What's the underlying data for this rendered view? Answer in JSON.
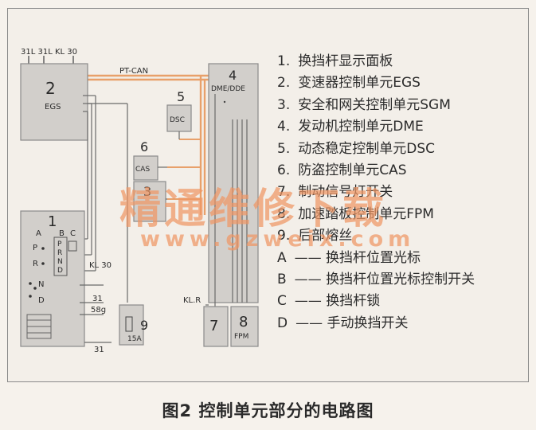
{
  "diagram": {
    "labels": {
      "kl30_top": "31L 31L  KL 30",
      "pt_can": "PT-CAN",
      "box2_num": "2",
      "box2_text": "EGS",
      "box4_num": "4",
      "box4_text": "DME/DDE",
      "box5_num": "5",
      "box5_text": "DSC",
      "box6_num": "6",
      "box6_text": "CAS",
      "box3_num": "3",
      "box1_num": "1",
      "a": "A",
      "b": "B",
      "c": "C",
      "p": "P",
      "r": "R",
      "n": "N",
      "d": "D",
      "prnd": "P R N D",
      "kl30_mid": "KL 30",
      "w31a": "31",
      "w58g": "58g",
      "w31b": "31",
      "box9_num": "9",
      "box9_text": "15A",
      "klr": "KL.R",
      "box7_num": "7",
      "box8_num": "8",
      "box8_text": "FPM"
    }
  },
  "legend": [
    {
      "key": "1.",
      "text": "换挡杆显示面板"
    },
    {
      "key": "2.",
      "text": "变速器控制单元EGS"
    },
    {
      "key": "3.",
      "text": "安全和网关控制单元SGM"
    },
    {
      "key": "4.",
      "text": "发动机控制单元DME"
    },
    {
      "key": "5.",
      "text": "动态稳定控制单元DSC"
    },
    {
      "key": "6.",
      "text": "防盗控制单元CAS"
    },
    {
      "key": "7.",
      "text": "制动信号灯开关"
    },
    {
      "key": "8.",
      "text": "加速踏板控制单元FPM"
    },
    {
      "key": "9.",
      "text": "后部熔丝"
    },
    {
      "key": "A",
      "text": "—— 换挡杆位置光标"
    },
    {
      "key": "B",
      "text": "—— 换挡杆位置光标控制开关"
    },
    {
      "key": "C",
      "text": "—— 换挡杆锁"
    },
    {
      "key": "D",
      "text": "—— 手动换挡开关"
    }
  ],
  "watermark": {
    "text": "精通维修下载",
    "url": "www.gzweix.com"
  },
  "caption": "图2    控制单元部分的电路图",
  "colors": {
    "box": "#d2cfcb",
    "wire_can": "#e8a06a",
    "wire": "#6a6a6a",
    "watermark": "#ee9664"
  }
}
